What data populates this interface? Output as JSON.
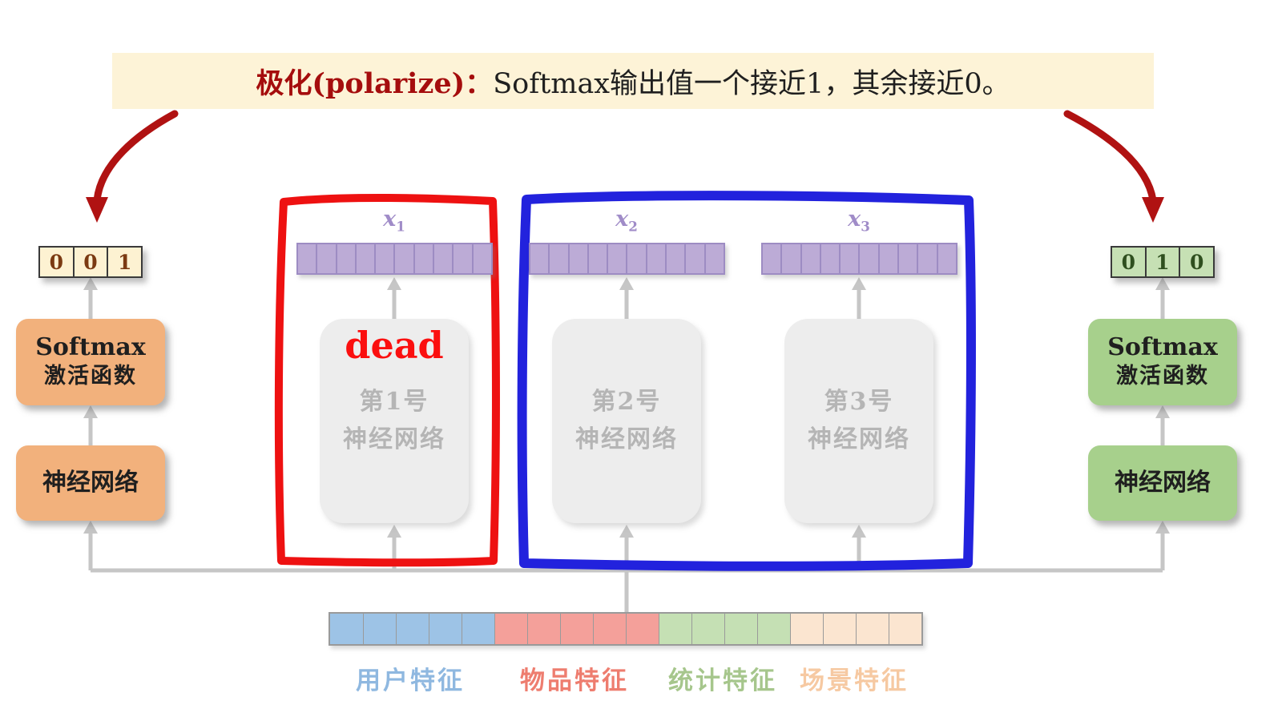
{
  "banner": {
    "highlight": "极化(polarize)：",
    "rest": "Softmax输出值一个接近1，其余接近0。"
  },
  "left_tower": {
    "output_cells": [
      "0",
      "0",
      "1"
    ],
    "softmax_en": "Softmax",
    "softmax_zh": "激活函数",
    "nn": "神经网络"
  },
  "right_tower": {
    "output_cells": [
      "0",
      "1",
      "0"
    ],
    "softmax_en": "Softmax",
    "softmax_zh": "激活函数",
    "nn": "神经网络"
  },
  "experts": [
    {
      "input_label": "x",
      "input_sub": "1",
      "line1": "第1号",
      "line2": "神经网络",
      "status": "dead"
    },
    {
      "input_label": "x",
      "input_sub": "2",
      "line1": "第2号",
      "line2": "神经网络"
    },
    {
      "input_label": "x",
      "input_sub": "3",
      "line1": "第3号",
      "line2": "神经网络"
    }
  ],
  "bars": {
    "expert_cells": 10
  },
  "input_vector": {
    "groups": [
      {
        "label": "用户特征",
        "cells": 5
      },
      {
        "label": "物品特征",
        "cells": 5
      },
      {
        "label": "统计特征",
        "cells": 4
      },
      {
        "label": "场景特征",
        "cells": 4
      }
    ]
  },
  "colors": {
    "banner_bg": "#fdf3d7",
    "banner_highlight": "#a50d0d",
    "text_dark": "#1f1f1f",
    "red_annotation": "#b01212",
    "dead_red": "#fb0f0f",
    "red_frame": "#ee1111",
    "blue_frame": "#2222dd",
    "orange_box": "#f2b17c",
    "green_box": "#a7d08c",
    "left_cell_bg": "#fdf2d2",
    "left_cell_text": "#7b3a12",
    "right_cell_bg": "#c6e0b4",
    "right_cell_text": "#2f4f1f",
    "purple_fill": "#bcabd6",
    "purple_border": "#9d8cc3",
    "purple_label": "#a08cc8",
    "expert_bg": "#ededed",
    "expert_text": "#b5b5b5",
    "arrow_gray": "#c6c6c6",
    "vec_border": "#3a3a3a",
    "feat_border": "#9a9a9a",
    "feat_user": "#9dc3e6",
    "feat_item": "#f4a09a",
    "feat_stat": "#c5e0b4",
    "feat_scene": "#fbe5d0",
    "feat_user_label": "#8fb8e0",
    "feat_item_label": "#ee7d6f",
    "feat_stat_label": "#a6c68c",
    "feat_scene_label": "#f6c9a2"
  }
}
